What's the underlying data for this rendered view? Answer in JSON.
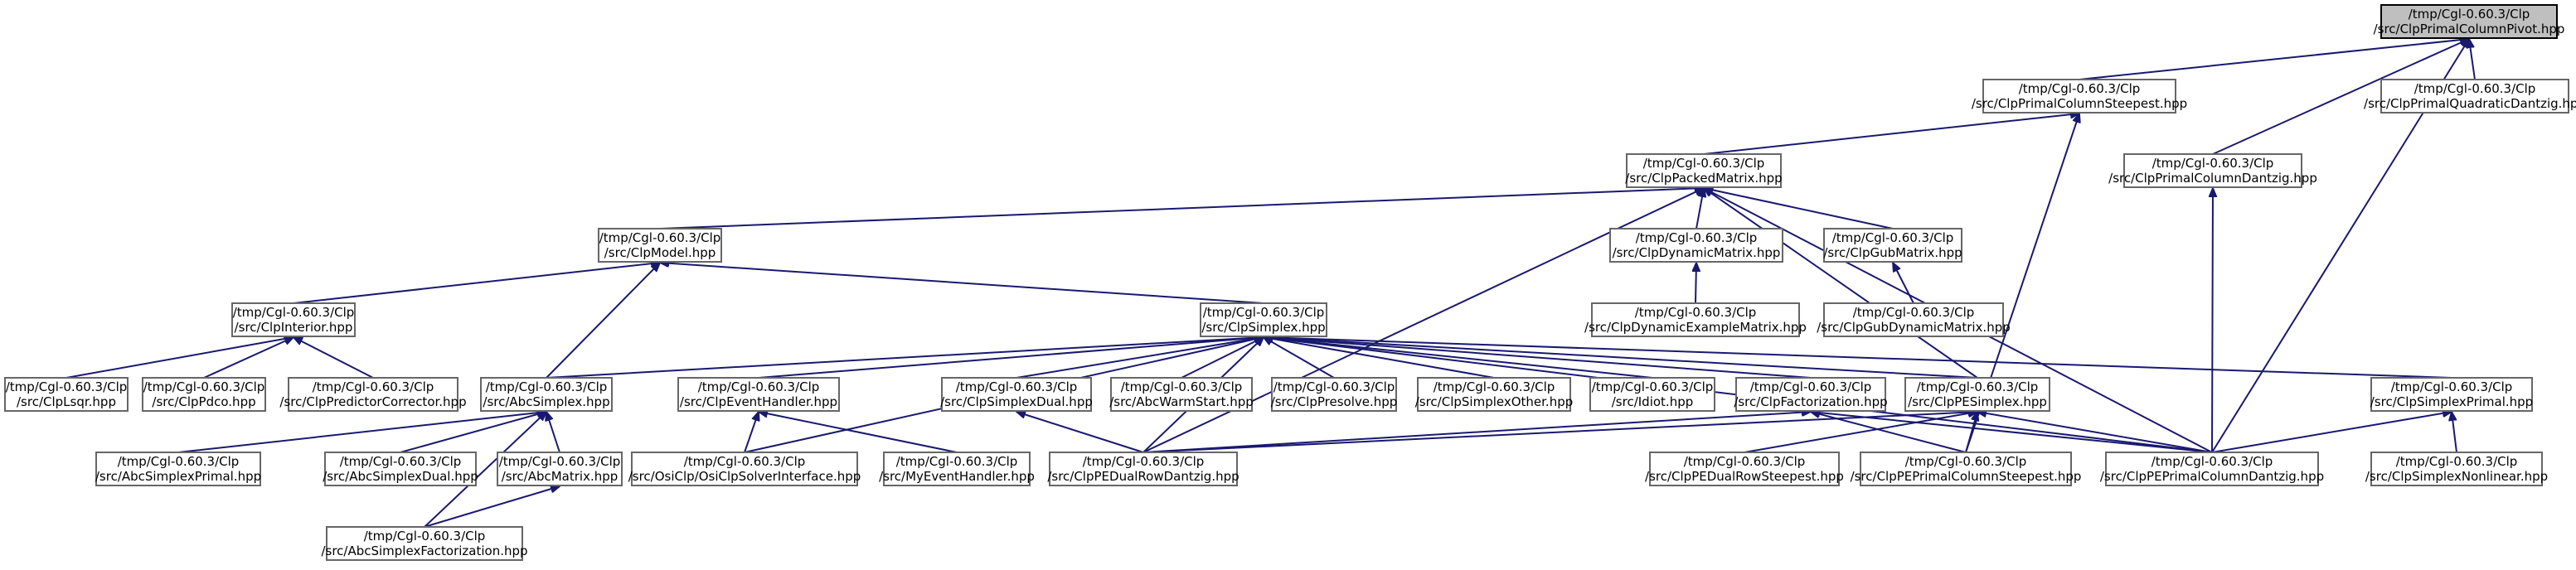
{
  "graph": {
    "root": "n0",
    "nodes": [
      {
        "id": "n0",
        "line1": "/tmp/Cgl-0.60.3/Clp",
        "line2": "/src/ClpPrimalColumnPivot.hpp"
      },
      {
        "id": "n1",
        "line1": "/tmp/Cgl-0.60.3/Clp",
        "line2": "/src/ClpPrimalColumnSteepest.hpp"
      },
      {
        "id": "n2",
        "line1": "/tmp/Cgl-0.60.3/Clp",
        "line2": "/src/ClpPrimalQuadraticDantzig.hpp"
      },
      {
        "id": "n3",
        "line1": "/tmp/Cgl-0.60.3/Clp",
        "line2": "/src/ClpPackedMatrix.hpp"
      },
      {
        "id": "n4",
        "line1": "/tmp/Cgl-0.60.3/Clp",
        "line2": "/src/ClpPrimalColumnDantzig.hpp"
      },
      {
        "id": "n5",
        "line1": "/tmp/Cgl-0.60.3/Clp",
        "line2": "/src/ClpModel.hpp"
      },
      {
        "id": "n6",
        "line1": "/tmp/Cgl-0.60.3/Clp",
        "line2": "/src/ClpDynamicMatrix.hpp"
      },
      {
        "id": "n7",
        "line1": "/tmp/Cgl-0.60.3/Clp",
        "line2": "/src/ClpGubMatrix.hpp"
      },
      {
        "id": "n8",
        "line1": "/tmp/Cgl-0.60.3/Clp",
        "line2": "/src/ClpInterior.hpp"
      },
      {
        "id": "n9",
        "line1": "/tmp/Cgl-0.60.3/Clp",
        "line2": "/src/ClpSimplex.hpp"
      },
      {
        "id": "n10",
        "line1": "/tmp/Cgl-0.60.3/Clp",
        "line2": "/src/ClpDynamicExampleMatrix.hpp"
      },
      {
        "id": "n11",
        "line1": "/tmp/Cgl-0.60.3/Clp",
        "line2": "/src/ClpGubDynamicMatrix.hpp"
      },
      {
        "id": "n12",
        "line1": "/tmp/Cgl-0.60.3/Clp",
        "line2": "/src/ClpLsqr.hpp"
      },
      {
        "id": "n13",
        "line1": "/tmp/Cgl-0.60.3/Clp",
        "line2": "/src/ClpPdco.hpp"
      },
      {
        "id": "n14",
        "line1": "/tmp/Cgl-0.60.3/Clp",
        "line2": "/src/ClpPredictorCorrector.hpp"
      },
      {
        "id": "n15",
        "line1": "/tmp/Cgl-0.60.3/Clp",
        "line2": "/src/AbcSimplex.hpp"
      },
      {
        "id": "n16",
        "line1": "/tmp/Cgl-0.60.3/Clp",
        "line2": "/src/ClpEventHandler.hpp"
      },
      {
        "id": "n17",
        "line1": "/tmp/Cgl-0.60.3/Clp",
        "line2": "/src/ClpSimplexDual.hpp"
      },
      {
        "id": "n18",
        "line1": "/tmp/Cgl-0.60.3/Clp",
        "line2": "/src/AbcWarmStart.hpp"
      },
      {
        "id": "n19",
        "line1": "/tmp/Cgl-0.60.3/Clp",
        "line2": "/src/ClpPresolve.hpp"
      },
      {
        "id": "n20",
        "line1": "/tmp/Cgl-0.60.3/Clp",
        "line2": "/src/ClpSimplexOther.hpp"
      },
      {
        "id": "n21",
        "line1": "/tmp/Cgl-0.60.3/Clp",
        "line2": "/src/Idiot.hpp"
      },
      {
        "id": "n22",
        "line1": "/tmp/Cgl-0.60.3/Clp",
        "line2": "/src/ClpFactorization.hpp"
      },
      {
        "id": "n23",
        "line1": "/tmp/Cgl-0.60.3/Clp",
        "line2": "/src/ClpPESimplex.hpp"
      },
      {
        "id": "n24",
        "line1": "/tmp/Cgl-0.60.3/Clp",
        "line2": "/src/ClpSimplexPrimal.hpp"
      },
      {
        "id": "n25",
        "line1": "/tmp/Cgl-0.60.3/Clp",
        "line2": "/src/AbcSimplexPrimal.hpp"
      },
      {
        "id": "n26",
        "line1": "/tmp/Cgl-0.60.3/Clp",
        "line2": "/src/AbcSimplexDual.hpp"
      },
      {
        "id": "n27",
        "line1": "/tmp/Cgl-0.60.3/Clp",
        "line2": "/src/AbcMatrix.hpp"
      },
      {
        "id": "n28",
        "line1": "/tmp/Cgl-0.60.3/Clp",
        "line2": "/src/OsiClp/OsiClpSolverInterface.hpp"
      },
      {
        "id": "n29",
        "line1": "/tmp/Cgl-0.60.3/Clp",
        "line2": "/src/MyEventHandler.hpp"
      },
      {
        "id": "n30",
        "line1": "/tmp/Cgl-0.60.3/Clp",
        "line2": "/src/ClpPEDualRowDantzig.hpp"
      },
      {
        "id": "n31",
        "line1": "/tmp/Cgl-0.60.3/Clp",
        "line2": "/src/ClpPEDualRowSteepest.hpp"
      },
      {
        "id": "n32",
        "line1": "/tmp/Cgl-0.60.3/Clp",
        "line2": "/src/ClpPEPrimalColumnSteepest.hpp"
      },
      {
        "id": "n33",
        "line1": "/tmp/Cgl-0.60.3/Clp",
        "line2": "/src/ClpPEPrimalColumnDantzig.hpp"
      },
      {
        "id": "n34",
        "line1": "/tmp/Cgl-0.60.3/Clp",
        "line2": "/src/ClpSimplexNonlinear.hpp"
      },
      {
        "id": "n35",
        "line1": "/tmp/Cgl-0.60.3/Clp",
        "line2": "/src/AbcSimplexFactorization.hpp"
      }
    ],
    "edges": [
      [
        "n1",
        "n0"
      ],
      [
        "n2",
        "n0"
      ],
      [
        "n4",
        "n0"
      ],
      [
        "n33",
        "n0"
      ],
      [
        "n3",
        "n1"
      ],
      [
        "n32",
        "n1"
      ],
      [
        "n5",
        "n3"
      ],
      [
        "n6",
        "n3"
      ],
      [
        "n7",
        "n3"
      ],
      [
        "n23",
        "n3"
      ],
      [
        "n30",
        "n3"
      ],
      [
        "n33",
        "n3"
      ],
      [
        "n33",
        "n4"
      ],
      [
        "n8",
        "n5"
      ],
      [
        "n9",
        "n5"
      ],
      [
        "n15",
        "n5"
      ],
      [
        "n10",
        "n6"
      ],
      [
        "n11",
        "n7"
      ],
      [
        "n12",
        "n8"
      ],
      [
        "n13",
        "n8"
      ],
      [
        "n14",
        "n8"
      ],
      [
        "n15",
        "n9"
      ],
      [
        "n16",
        "n9"
      ],
      [
        "n17",
        "n9"
      ],
      [
        "n18",
        "n9"
      ],
      [
        "n19",
        "n9"
      ],
      [
        "n20",
        "n9"
      ],
      [
        "n21",
        "n9"
      ],
      [
        "n22",
        "n9"
      ],
      [
        "n23",
        "n9"
      ],
      [
        "n24",
        "n9"
      ],
      [
        "n28",
        "n9"
      ],
      [
        "n30",
        "n9"
      ],
      [
        "n33",
        "n9"
      ],
      [
        "n25",
        "n15"
      ],
      [
        "n26",
        "n15"
      ],
      [
        "n27",
        "n15"
      ],
      [
        "n35",
        "n15"
      ],
      [
        "n28",
        "n16"
      ],
      [
        "n29",
        "n16"
      ],
      [
        "n30",
        "n17"
      ],
      [
        "n30",
        "n22"
      ],
      [
        "n32",
        "n22"
      ],
      [
        "n33",
        "n22"
      ],
      [
        "n30",
        "n23"
      ],
      [
        "n31",
        "n23"
      ],
      [
        "n32",
        "n23"
      ],
      [
        "n33",
        "n23"
      ],
      [
        "n33",
        "n24"
      ],
      [
        "n34",
        "n24"
      ],
      [
        "n35",
        "n27"
      ]
    ]
  }
}
